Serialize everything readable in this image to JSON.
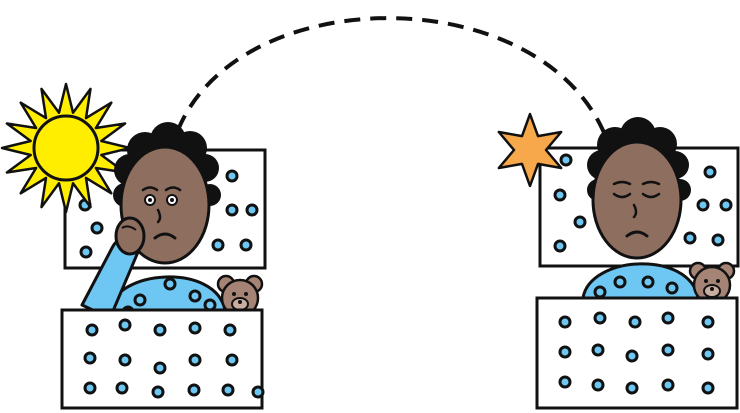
{
  "scene": {
    "left_panel": {
      "state": "awake",
      "time_icon": "sun-icon",
      "companion": "teddy-bear-icon"
    },
    "right_panel": {
      "state": "asleep",
      "time_icon": "star-icon",
      "companion": "teddy-bear-icon"
    },
    "transition": "dashed-arc"
  },
  "colors": {
    "background": "#ffffff",
    "outline": "#111111",
    "sun": "#ffee00",
    "star": "#f7a84a",
    "skin": "#8d6e5f",
    "hair": "#111111",
    "pajama": "#6ec6f2",
    "teddy": "#a58476",
    "dot_ring": "#111111",
    "dot_fill": "#6ec6f2"
  }
}
